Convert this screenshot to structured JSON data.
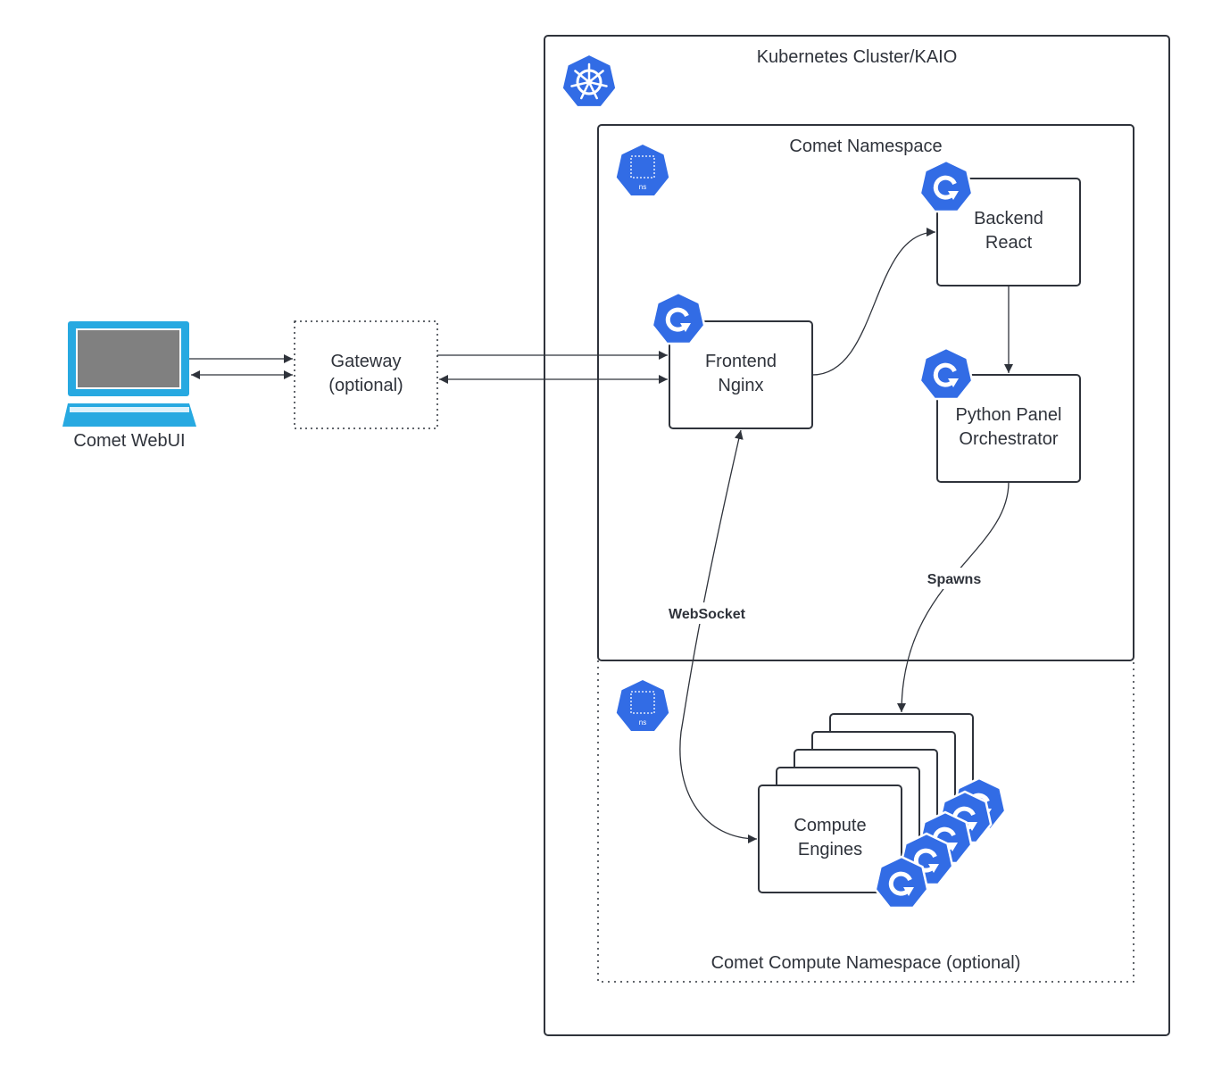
{
  "cluster": {
    "title": "Kubernetes Cluster/KAIO"
  },
  "comet_namespace": {
    "title": "Comet Namespace",
    "icon": "namespace-icon",
    "icon_text": "ns"
  },
  "compute_namespace": {
    "title": "Comet Compute Namespace (optional)",
    "icon": "namespace-icon",
    "icon_text": "ns"
  },
  "client": {
    "label": "Comet WebUI",
    "icon": "laptop-icon",
    "colors": {
      "frame": "#27a9e1",
      "screen": "#808080"
    }
  },
  "gateway": {
    "line1": "Gateway",
    "line2": "(optional)"
  },
  "services": {
    "frontend": {
      "line1": "Frontend",
      "line2": "Nginx",
      "icon": "pod-icon"
    },
    "backend": {
      "line1": "Backend",
      "line2": "React",
      "icon": "pod-icon"
    },
    "orchestrator": {
      "line1": "Python Panel",
      "line2": "Orchestrator",
      "icon": "pod-icon"
    },
    "compute": {
      "line1": "Compute",
      "line2": "Engines",
      "icon": "pod-icon"
    }
  },
  "edges": {
    "websocket": "WebSocket",
    "spawns": "Spawns"
  },
  "colors": {
    "kubernetes_blue": "#326ce5",
    "stroke": "#2f333b"
  }
}
